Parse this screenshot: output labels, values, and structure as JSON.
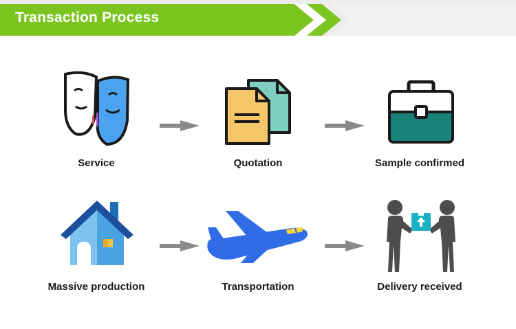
{
  "header": {
    "title": "Transaction Process",
    "accent_color": "#7cc520"
  },
  "steps": [
    {
      "label": "Service",
      "icon": "masks-icon"
    },
    {
      "label": "Quotation",
      "icon": "documents-icon"
    },
    {
      "label": "Sample confirmed",
      "icon": "briefcase-icon"
    },
    {
      "label": "Massive production",
      "icon": "house-icon"
    },
    {
      "label": "Transportation",
      "icon": "airplane-icon"
    },
    {
      "label": "Delivery received",
      "icon": "handover-icon"
    }
  ],
  "arrow_color": "#8a8a8a"
}
